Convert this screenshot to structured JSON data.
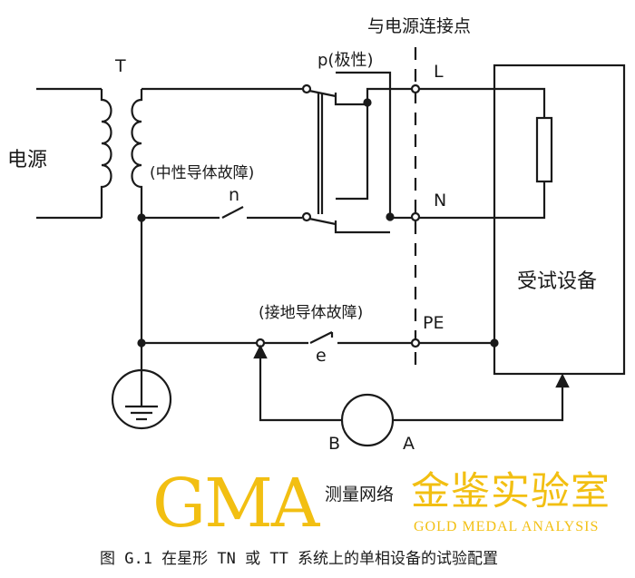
{
  "diagram": {
    "title": "与电源连接点",
    "labels": {
      "power_source": "电源",
      "transformer": "T",
      "neutral_fault": "(中性导体故障)",
      "switch_n": "n",
      "switch_p": "p(极性)",
      "earth_fault": "(接地导体故障)",
      "switch_e": "e",
      "terminal_L": "L",
      "terminal_N": "N",
      "terminal_PE": "PE",
      "equipment_under_test": "受试设备",
      "meter_B": "B",
      "meter_A": "A",
      "measuring_network": "测量网络"
    },
    "caption": "图 G.1 在星形 TN 或 TT 系统上的单相设备的试验配置"
  },
  "watermark": {
    "logo": "GMA",
    "cn": "金鉴实验室",
    "en": "GOLD MEDAL ANALYSIS",
    "color": "#f2bf12"
  }
}
